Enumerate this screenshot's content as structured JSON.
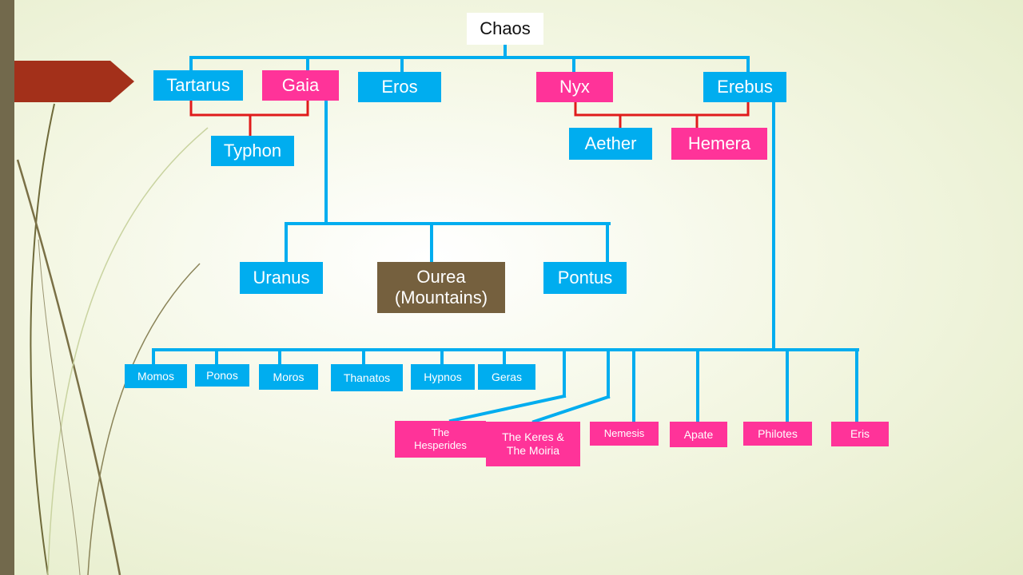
{
  "diagram": {
    "root": "Chaos",
    "gen1": {
      "tartarus": "Tartarus",
      "gaia": "Gaia",
      "eros": "Eros",
      "nyx": "Nyx",
      "erebus": "Erebus"
    },
    "gen2": {
      "typhon": "Typhon",
      "aether": "Aether",
      "hemera": "Hemera",
      "uranus": "Uranus",
      "ourea_line1": "Ourea",
      "ourea_line2": "(Mountains)",
      "pontus": "Pontus"
    },
    "children_of_nyx": {
      "momos": "Momos",
      "ponos": "Ponos",
      "moros": "Moros",
      "thanatos": "Thanatos",
      "hypnos": "Hypnos",
      "geras": "Geras",
      "hesperides_line1": "The",
      "hesperides_line2": "Hesperides",
      "keres_line1": "The Keres &",
      "keres_line2": "The Moiria",
      "nemesis": "Nemesis",
      "apate": "Apate",
      "philotes": "Philotes",
      "eris": "Eris"
    }
  },
  "colors": {
    "blue_box": "#00adef",
    "pink_box": "#ff3399",
    "brown_box": "#75603e",
    "blue_line": "#00adef",
    "red_line": "#e01b1b",
    "side_bar": "#72694c",
    "accent_arrow": "#a3301a"
  }
}
